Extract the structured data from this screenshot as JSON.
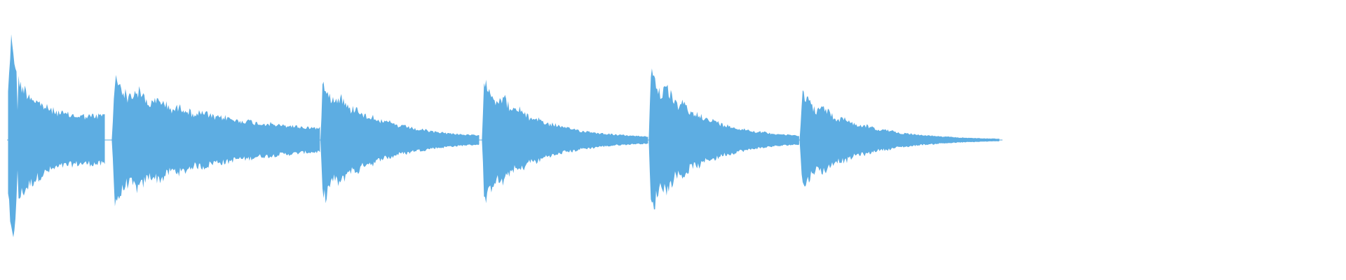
{
  "waveform": {
    "color": "#5dade2",
    "background": "#ffffff",
    "notes": [
      {
        "onset": 0.006,
        "end": 0.078,
        "peak": 0.92,
        "attack_swell": true,
        "sustain": 0.55,
        "decay": 2.6,
        "tail": 0.18
      },
      {
        "onset": 0.083,
        "end": 0.238,
        "peak": 0.5,
        "attack_swell": false,
        "sustain": 0.45,
        "decay": 1.9,
        "tail": 0.03
      },
      {
        "onset": 0.238,
        "end": 0.356,
        "peak": 0.5,
        "attack_swell": false,
        "sustain": 0.3,
        "decay": 2.8,
        "tail": 0.01
      },
      {
        "onset": 0.358,
        "end": 0.482,
        "peak": 0.52,
        "attack_swell": false,
        "sustain": 0.3,
        "decay": 3.2,
        "tail": 0.01
      },
      {
        "onset": 0.482,
        "end": 0.594,
        "peak": 0.59,
        "attack_swell": false,
        "sustain": 0.35,
        "decay": 3.0,
        "tail": 0.01
      },
      {
        "onset": 0.594,
        "end": 0.743,
        "peak": 0.4,
        "attack_swell": false,
        "sustain": 0.35,
        "decay": 3.6,
        "tail": 0.0
      }
    ]
  }
}
